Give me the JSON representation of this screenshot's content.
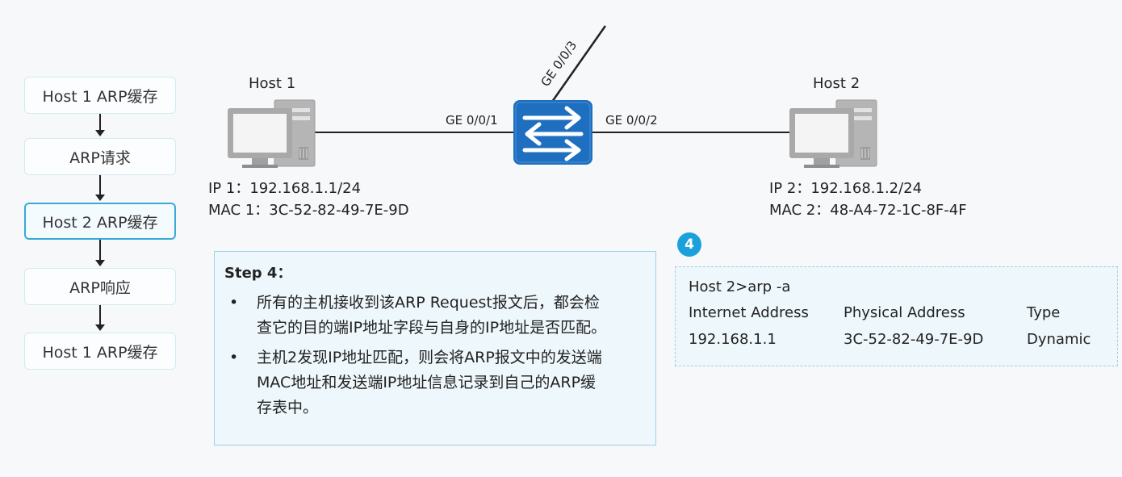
{
  "flow": {
    "steps": [
      {
        "label": "Host 1 ARP缓存",
        "active": false
      },
      {
        "label": "ARP请求",
        "active": false
      },
      {
        "label": "Host 2 ARP缓存",
        "active": true
      },
      {
        "label": "ARP响应",
        "active": false
      },
      {
        "label": "Host 1 ARP缓存",
        "active": false
      }
    ]
  },
  "host1": {
    "name": "Host 1",
    "ip": "IP 1：192.168.1.1/24",
    "mac": "MAC 1：3C-52-82-49-7E-9D"
  },
  "host2": {
    "name": "Host 2",
    "ip": "IP 2：192.168.1.2/24",
    "mac": "MAC 2：48-A4-72-1C-8F-4F"
  },
  "switch": {
    "port1": "GE 0/0/1",
    "port2": "GE 0/0/2",
    "port3": "GE 0/0/3"
  },
  "step": {
    "title": "Step 4：",
    "bullets": [
      [
        "所有的主机接收到该ARP Request报文后，都会检",
        "查它的目的端IP地址字段与自身的IP地址是否匹配。"
      ],
      [
        "主机2发现IP地址匹配，则会将ARP报文中的发送端",
        "MAC地址和发送端IP地址信息记录到自己的ARP缓",
        "存表中。"
      ]
    ]
  },
  "badge": "4",
  "arp_table": {
    "command": "Host 2>arp -a",
    "headers": [
      "Internet Address",
      "Physical Address",
      "Type"
    ],
    "rows": [
      [
        "192.168.1.1",
        "3C-52-82-49-7E-9D",
        "Dynamic"
      ]
    ]
  },
  "colors": {
    "accent": "#1aa1dc",
    "switch": "#1e6fc0",
    "panel": "#eef7fb"
  },
  "icons": [
    "computer-icon",
    "switch-icon"
  ]
}
